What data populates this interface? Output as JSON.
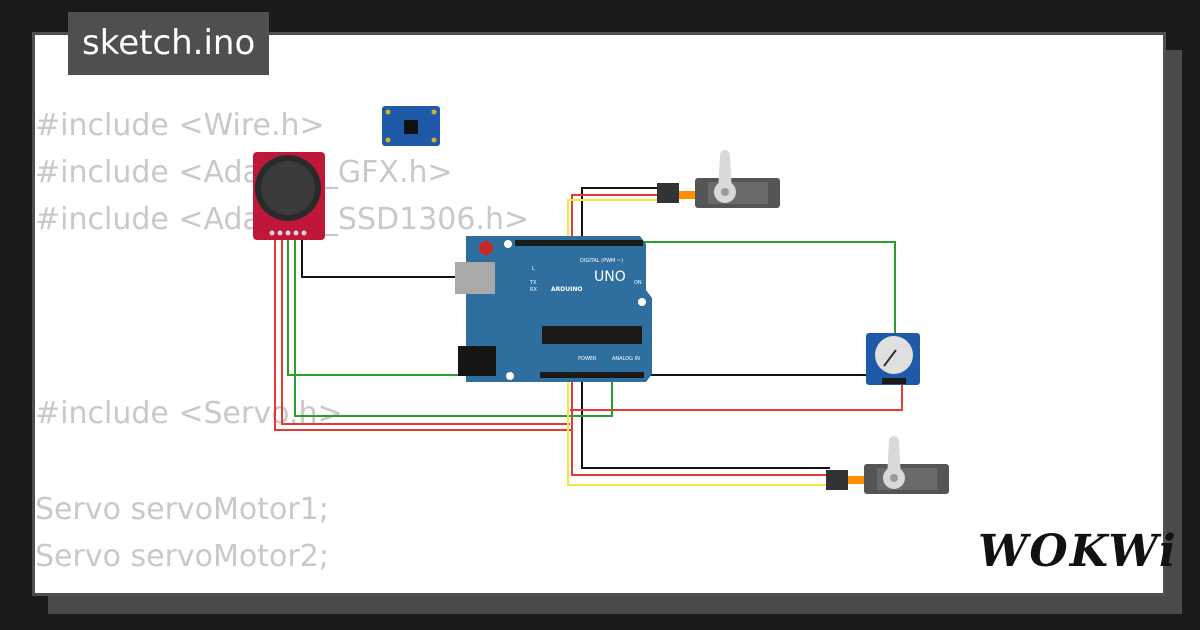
{
  "header": {
    "title": "sketch.ino"
  },
  "code_lines": [
    "#include <Wire.h>",
    "#include <Adafruit_GFX.h>",
    "#include <Adafruit_SSD1306.h>",
    "#include <Servo.h>",
    "Servo servoMotor1;",
    "Servo servoMotor2;"
  ],
  "board": {
    "name": "UNO",
    "brand": "ARDUINO",
    "digital_label": "DIGITAL (PWM ~)",
    "on_label": "ON",
    "tx_label": "TX",
    "rx_label": "RX",
    "l_label": "L",
    "power_label": "POWER",
    "analog_label": "ANALOG IN"
  },
  "logo": {
    "text": "WOKWi"
  },
  "colors": {
    "background": "#1b1b1b",
    "card_border": "#4f4f4f",
    "code_text": "#c9c9c9",
    "board_blue": "#2f6f9f",
    "wire_red": "#e53935",
    "wire_black": "#111111",
    "wire_green": "#2e9d2e",
    "wire_yellow": "#f4e542",
    "wire_orange": "#ff8f00",
    "joystick_red": "#c0163a",
    "module_blue": "#1e5aa8"
  }
}
